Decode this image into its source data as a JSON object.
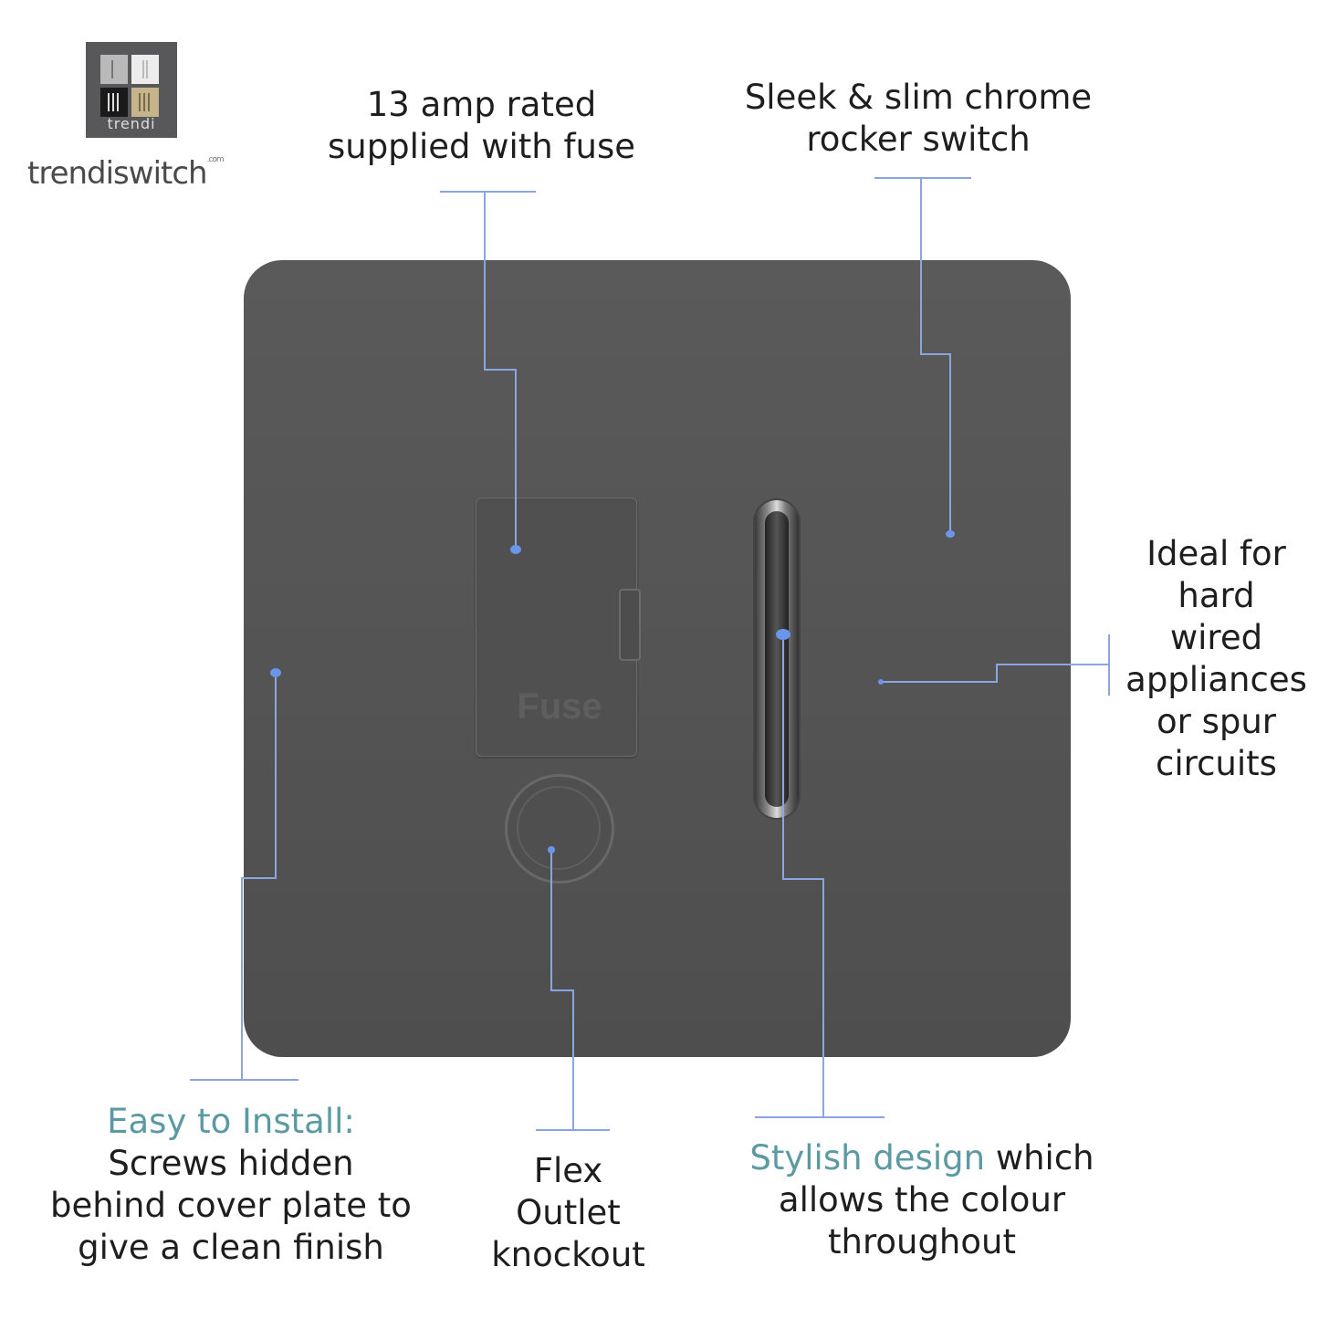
{
  "brand": {
    "logo_caption": "trendi",
    "wordmark": "trendiswitch",
    "wordmark_suffix": ".com"
  },
  "product": {
    "fuse_label": "Fuse"
  },
  "callouts": {
    "amp_rating": {
      "line1": "13 amp rated",
      "line2": "supplied with fuse"
    },
    "rocker": {
      "line1": "Sleek & slim chrome",
      "line2": "rocker switch"
    },
    "ideal": {
      "line1": "Ideal for",
      "line2": "hard",
      "line3": "wired",
      "line4": "appliances",
      "line5": "or spur",
      "line6": "circuits"
    },
    "install": {
      "heading": "Easy to Install:",
      "line1": "Screws hidden",
      "line2": "behind cover plate to",
      "line3": "give a clean finish"
    },
    "flex": {
      "line1": "Flex",
      "line2": "Outlet",
      "line3": "knockout"
    },
    "stylish": {
      "accent": "Stylish design",
      "rest": " which",
      "line2": "allows the colour",
      "line3": "throughout"
    }
  },
  "colors": {
    "plate": "#555555",
    "accent_text": "#5b9aa3",
    "leader_line": "#8aa6e0"
  }
}
